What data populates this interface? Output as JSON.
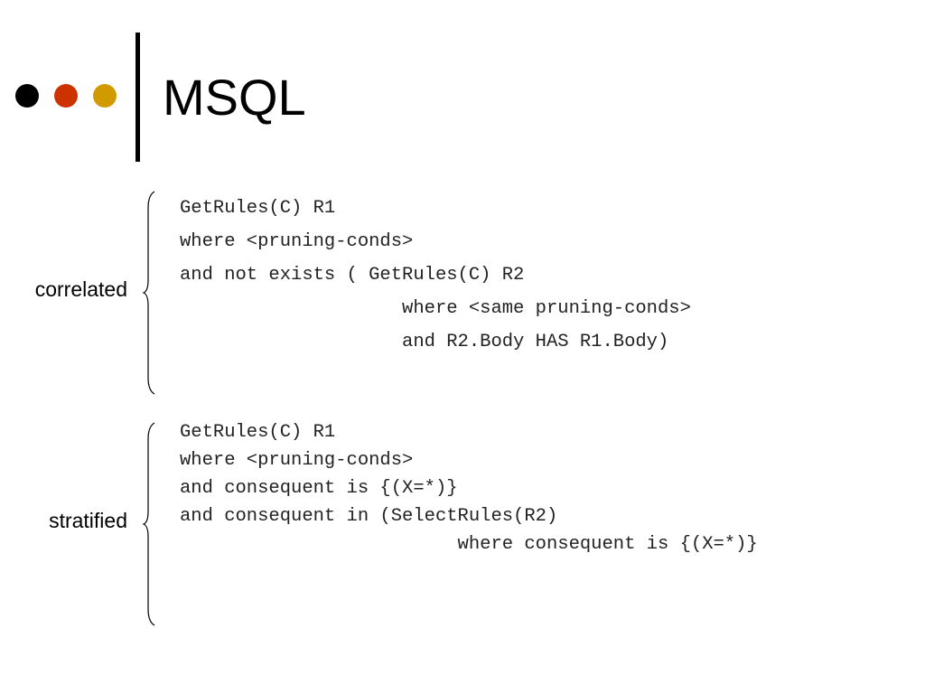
{
  "slide": {
    "title": "MSQL",
    "bullet_colors": [
      "#000000",
      "#cc3300",
      "#d19a00"
    ]
  },
  "blocks": [
    {
      "label": "correlated",
      "lines": [
        "GetRules(C) R1",
        "where <pruning-conds>",
        "and not exists ( GetRules(C) R2",
        "                    where <same pruning-conds>",
        "                    and R2.Body HAS R1.Body)"
      ]
    },
    {
      "label": "stratified",
      "lines": [
        "GetRules(C) R1",
        "where <pruning-conds>",
        "and consequent is {(X=*)}",
        "and consequent in (SelectRules(R2)",
        "                         where consequent is {(X=*)}"
      ]
    }
  ]
}
